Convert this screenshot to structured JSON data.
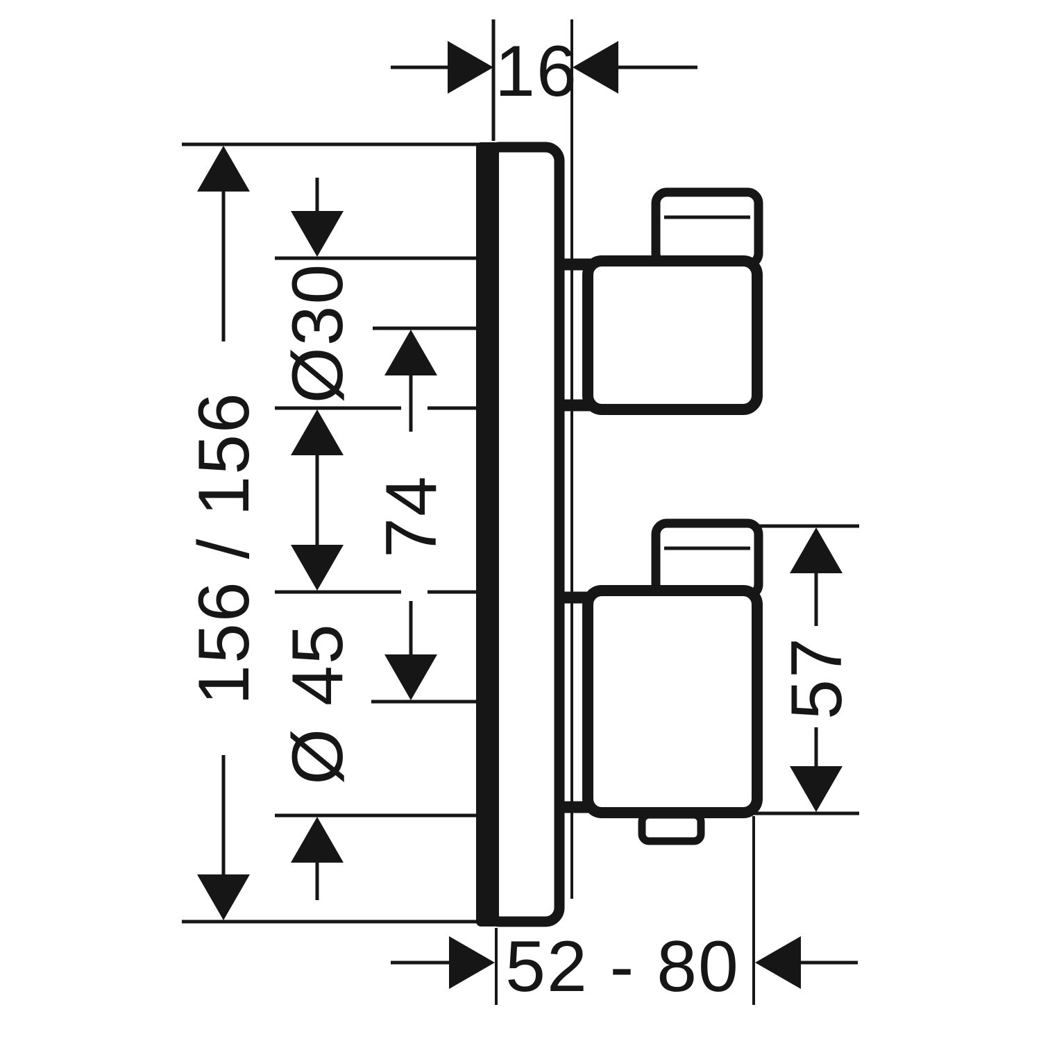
{
  "figure": {
    "units": "mm",
    "colors": {
      "line": "#161616",
      "background": "#ffffff"
    },
    "dimensions": {
      "plate_depth": "16",
      "plate_width_height": "156 / 156",
      "top_handle_diameter": "Ø30",
      "handle_axis_distance": "74",
      "bottom_handle_diameter": "Ø 45",
      "handle_projection": "57",
      "installation_depth_range": "52 - 80"
    }
  }
}
